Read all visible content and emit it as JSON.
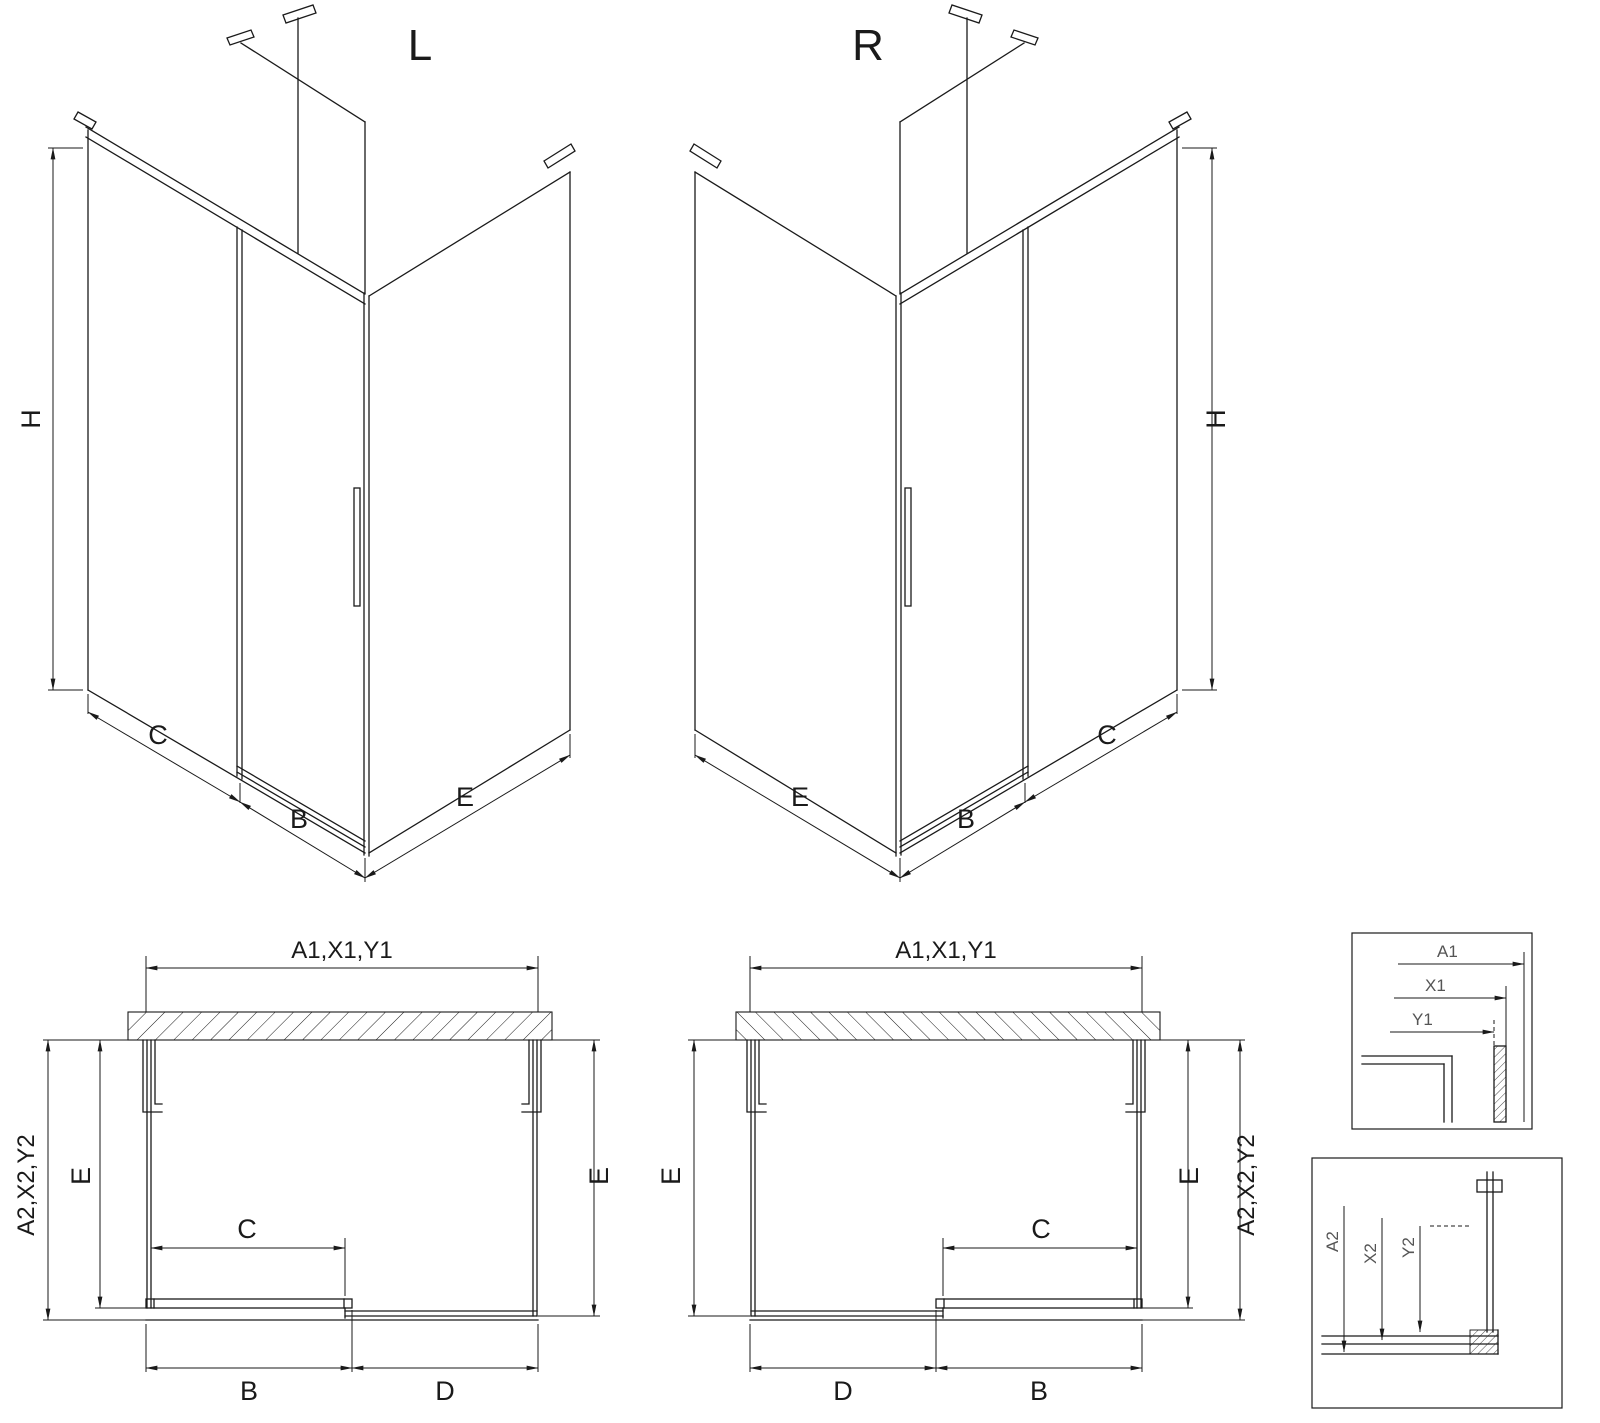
{
  "drawing": {
    "iso_left": {
      "title": "L",
      "h": "H",
      "c": "C",
      "b": "B",
      "e": "E"
    },
    "iso_right": {
      "title": "R",
      "h": "H",
      "c": "C",
      "b": "B",
      "e": "E"
    },
    "plan_left": {
      "top": "A1,X1,Y1",
      "side": "A2,X2,Y2",
      "e_left": "E",
      "e_right": "E",
      "c": "C",
      "b": "B",
      "d": "D"
    },
    "plan_right": {
      "top": "A1,X1,Y1",
      "side": "A2,X2,Y2",
      "e_left": "E",
      "e_right": "E",
      "c": "C",
      "b": "B",
      "d": "D"
    },
    "detail_width": {
      "a": "A1",
      "x": "X1",
      "y": "Y1"
    },
    "detail_depth": {
      "a": "A2",
      "x": "X2",
      "y": "Y2"
    },
    "colors": {
      "line": "#1a1a1a",
      "detail_label": "#555555",
      "background": "#ffffff"
    }
  }
}
